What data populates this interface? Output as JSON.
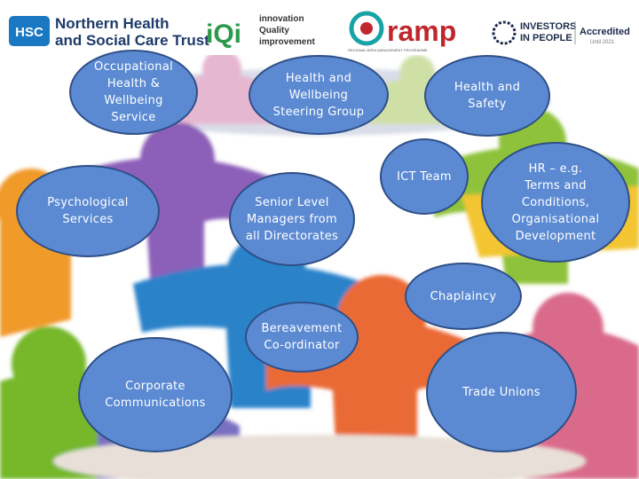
{
  "logos": {
    "hsc_badge": "HSC",
    "trust_line1": "Northern Health",
    "trust_line2": "and Social Care Trust",
    "iqi_mark": "iQi",
    "iqi_line1": "innovation",
    "iqi_line2": "Quality",
    "iqi_line3": "improvement",
    "ramp_text": "ramp",
    "ramp_tagline": "REGIONAL AREA MANAGEMENT PROGRAMME",
    "iip_line1": "INVESTORS",
    "iip_line2": "IN PEOPLE",
    "iip_accredited": "Accredited",
    "iip_date": "Until 2021"
  },
  "nodes": {
    "occupational": "Occupational\nHealth &\nWellbeing\nService",
    "steering": "Health and\nWellbeing\nSteering Group",
    "safety": "Health and\nSafety",
    "psychological": "Psychological\nServices",
    "senior": "Senior Level\nManagers from\nall Directorates",
    "ict": "ICT Team",
    "hr": "HR – e.g.\nTerms and\nConditions,\nOrganisational\nDevelopment",
    "chaplaincy": "Chaplaincy",
    "bereavement": "Bereavement\nCo-ordinator",
    "corporate": "Corporate\nCommunications",
    "unions": "Trade Unions"
  },
  "colors": {
    "node_fill": "#5b8ad3",
    "node_border": "#2f4f86",
    "hsc_blue": "#1a77c2",
    "trust_navy": "#1d3a6b",
    "ramp_red": "#c0272d",
    "ramp_teal": "#19a3a6"
  }
}
